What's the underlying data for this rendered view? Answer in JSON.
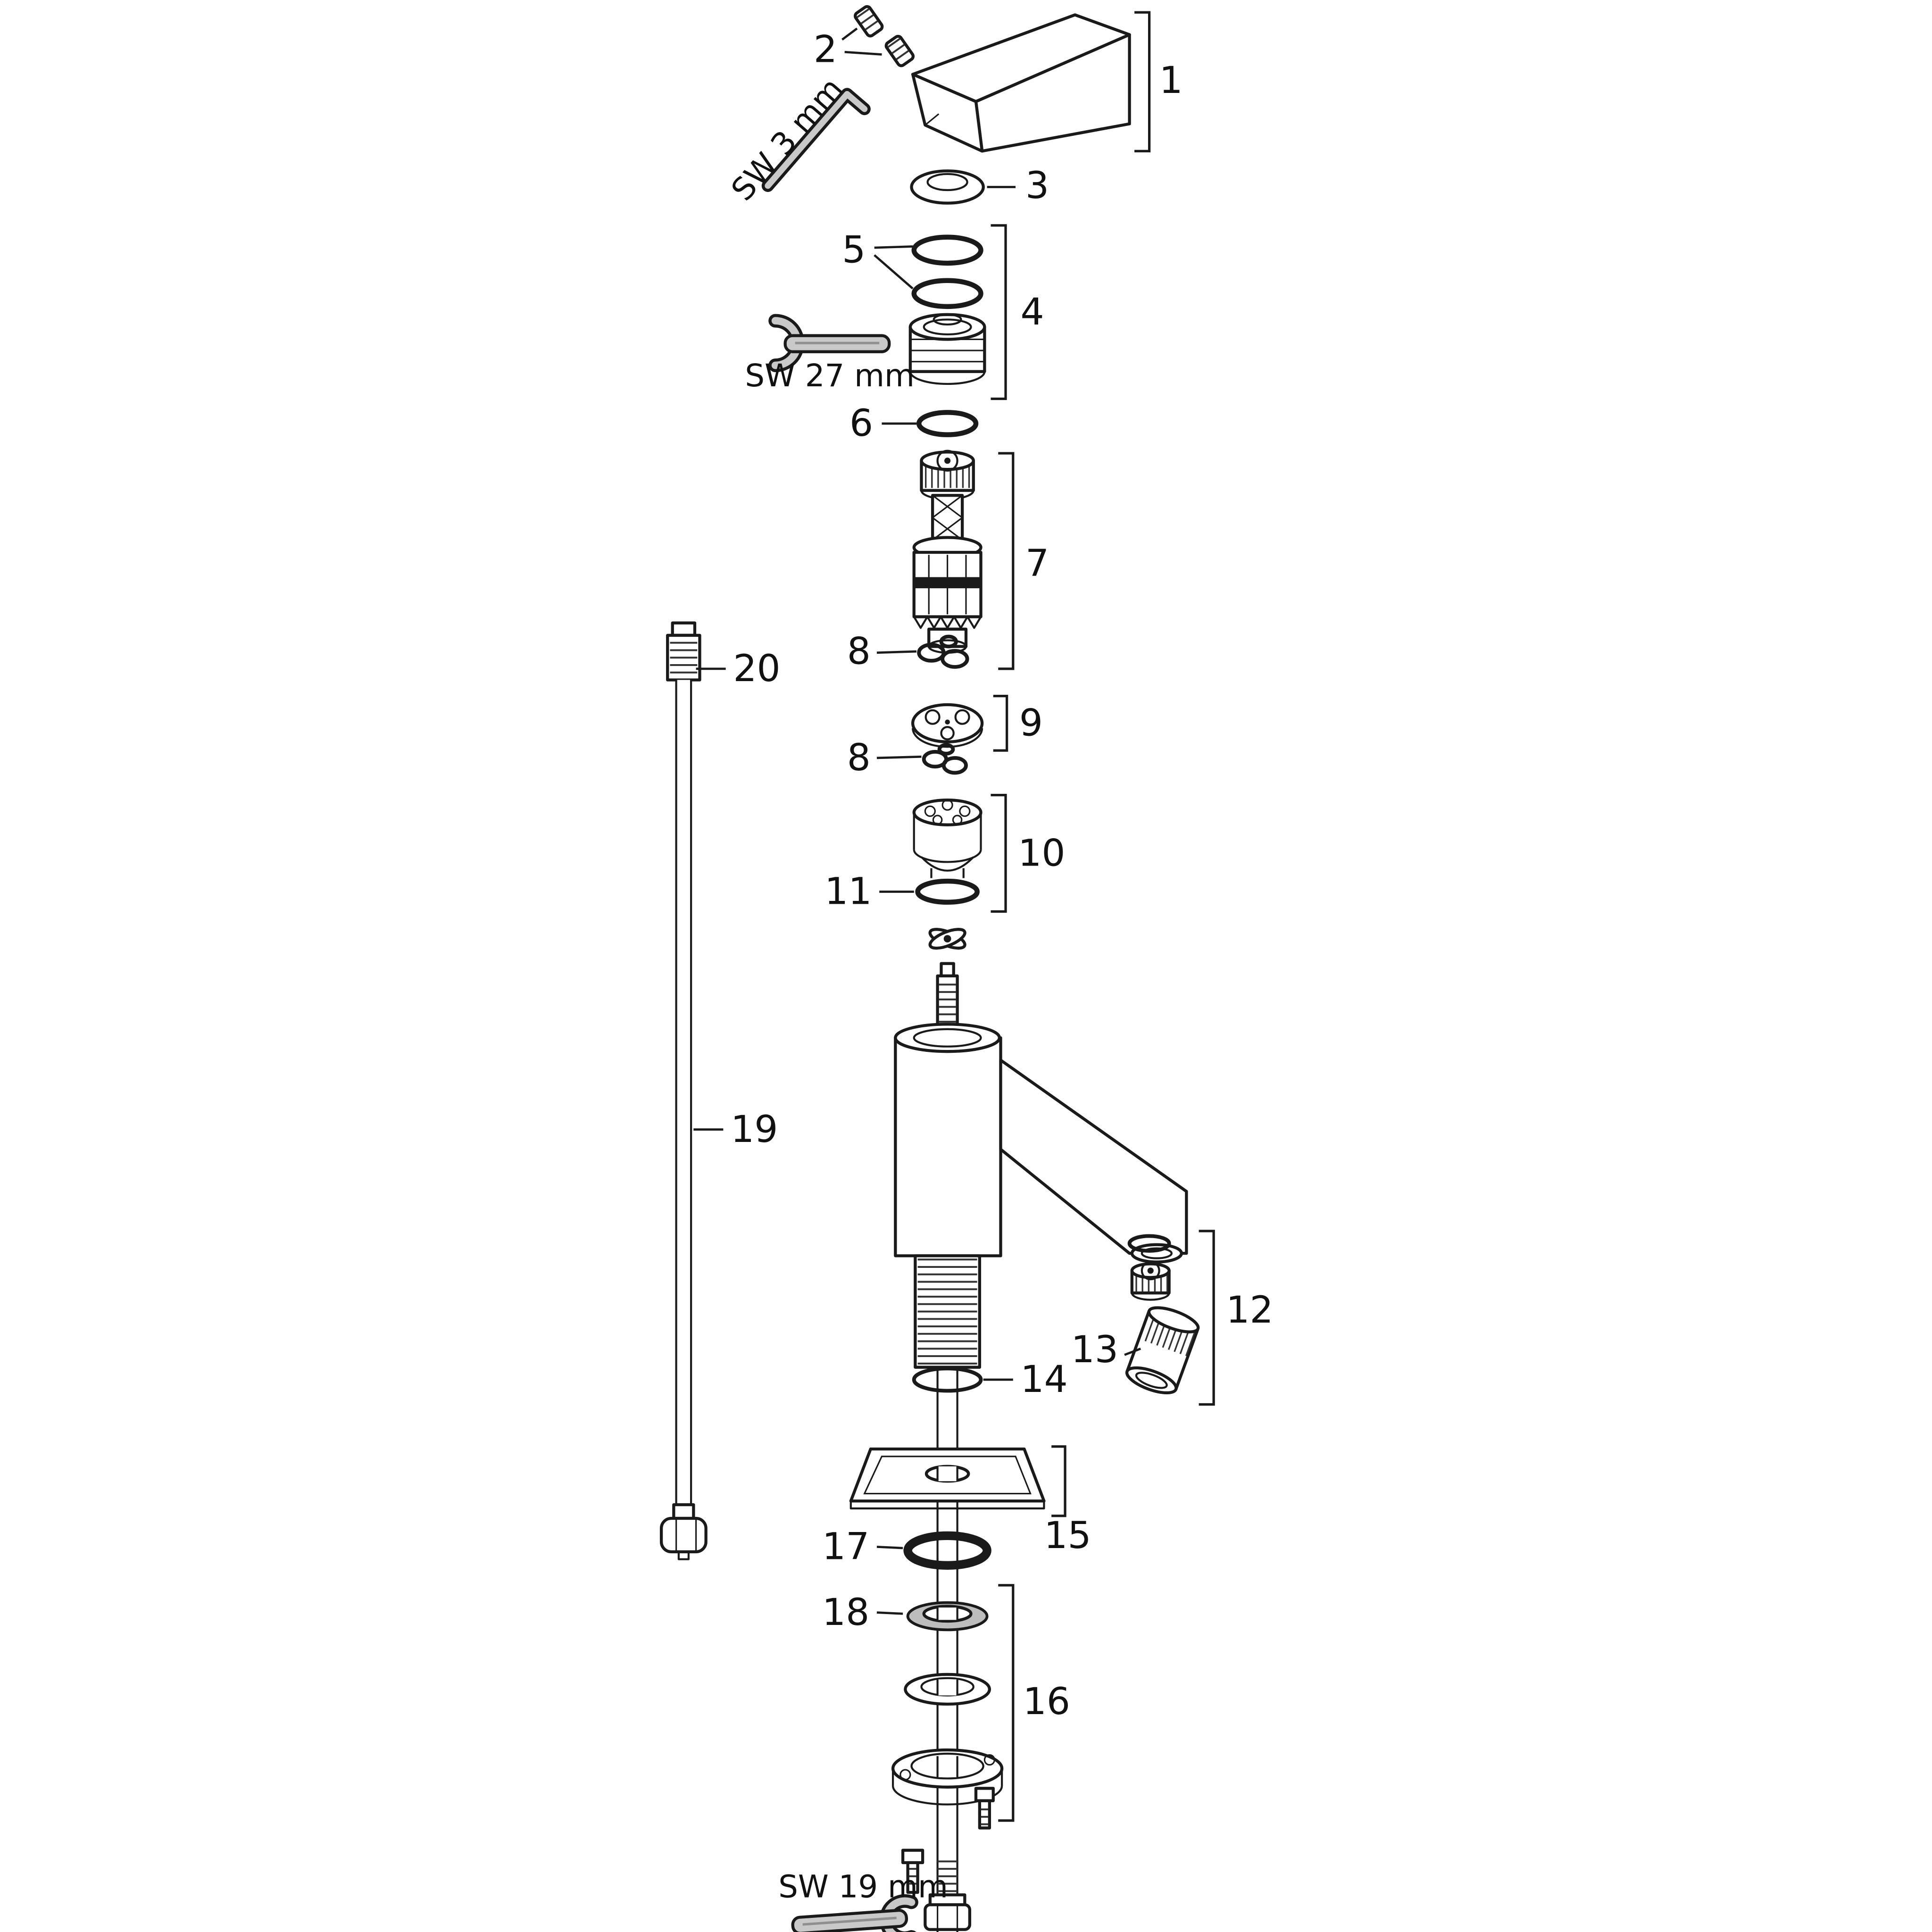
{
  "parts": {
    "n1": "1",
    "n2": "2",
    "n3": "3",
    "n4": "4",
    "n5": "5",
    "n6": "6",
    "n7": "7",
    "n8": "8",
    "n9": "9",
    "n10": "10",
    "n11": "11",
    "n12": "12",
    "n13": "13",
    "n14": "14",
    "n15": "15",
    "n16": "16",
    "n17": "17",
    "n18": "18",
    "n19": "19",
    "n20": "20"
  },
  "tools": {
    "allen_key_label": "SW 3 mm",
    "wrench_27_label": "SW 27 mm",
    "wrench_19_label": "SW 19 mm"
  },
  "colors": {
    "line": "#1a1a1a",
    "metal_gray": "#c9c9c9",
    "washer_gray": "#bdbdbd",
    "background": "#ffffff"
  }
}
